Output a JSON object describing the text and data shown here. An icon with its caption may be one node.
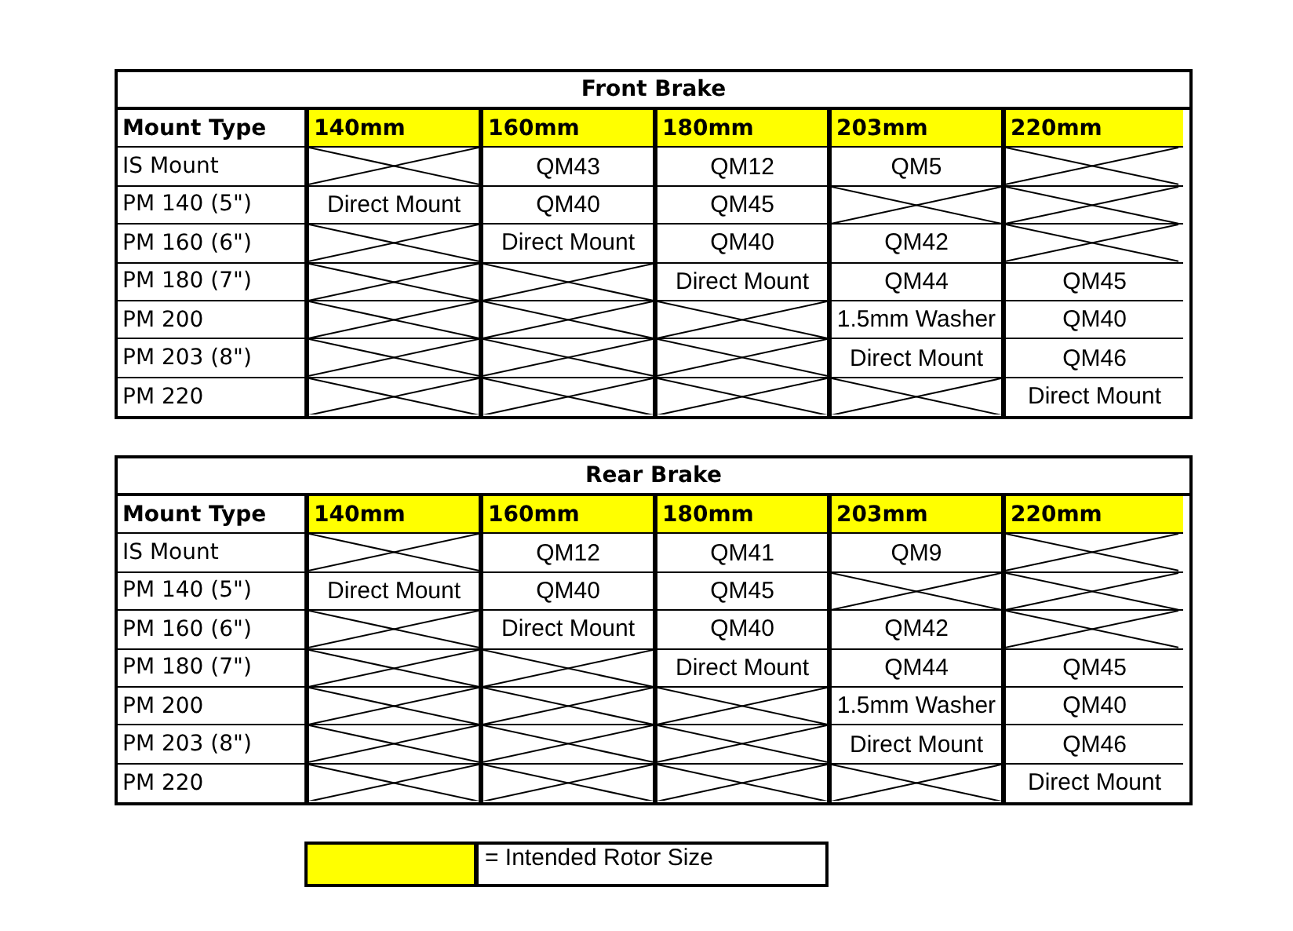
{
  "diagram": {
    "labels": [
      "Front Brake",
      "Mount Type",
      "140mm",
      "160mm",
      "180mm",
      "203mm",
      "220mm",
      "IS Mount",
      "QM43",
      "QM12",
      "QM5",
      "PM 140 (5\")",
      "Direct Mount",
      "QM40",
      "QM45",
      "PM 160 (6\")",
      "Direct Mount",
      "QM40",
      "QM42",
      "PM 180 (7\")",
      "Direct Mount",
      "QM44",
      "QM45",
      "PM 200",
      "1.5mm Washer",
      "QM40",
      "PM 203 (8\")",
      "Direct Mount",
      "QM46",
      "PM 220",
      "Direct Mount",
      "Rear Brake",
      "Mount Type",
      "140mm",
      "160mm",
      "180mm",
      "203mm",
      "220mm",
      "IS Mount",
      "QM12",
      "QM41",
      "QM9",
      "PM 140 (5\")",
      "Direct Mount",
      "QM40",
      "QM45",
      "PM 160 (6\")",
      "Direct Mount",
      "QM40",
      "QM42",
      "PM 180 (7\")",
      "Direct Mount",
      "QM44",
      "QM45",
      "PM 200",
      "1.5mm Washer",
      "QM40",
      "PM 203 (8\")",
      "Direct Mount",
      "QM46",
      "PM 220",
      "Direct Mount"
    ],
    "legend": [
      {
        "text": "= Intended Rotor Size",
        "color": "#ffff00"
      }
    ]
  }
}
